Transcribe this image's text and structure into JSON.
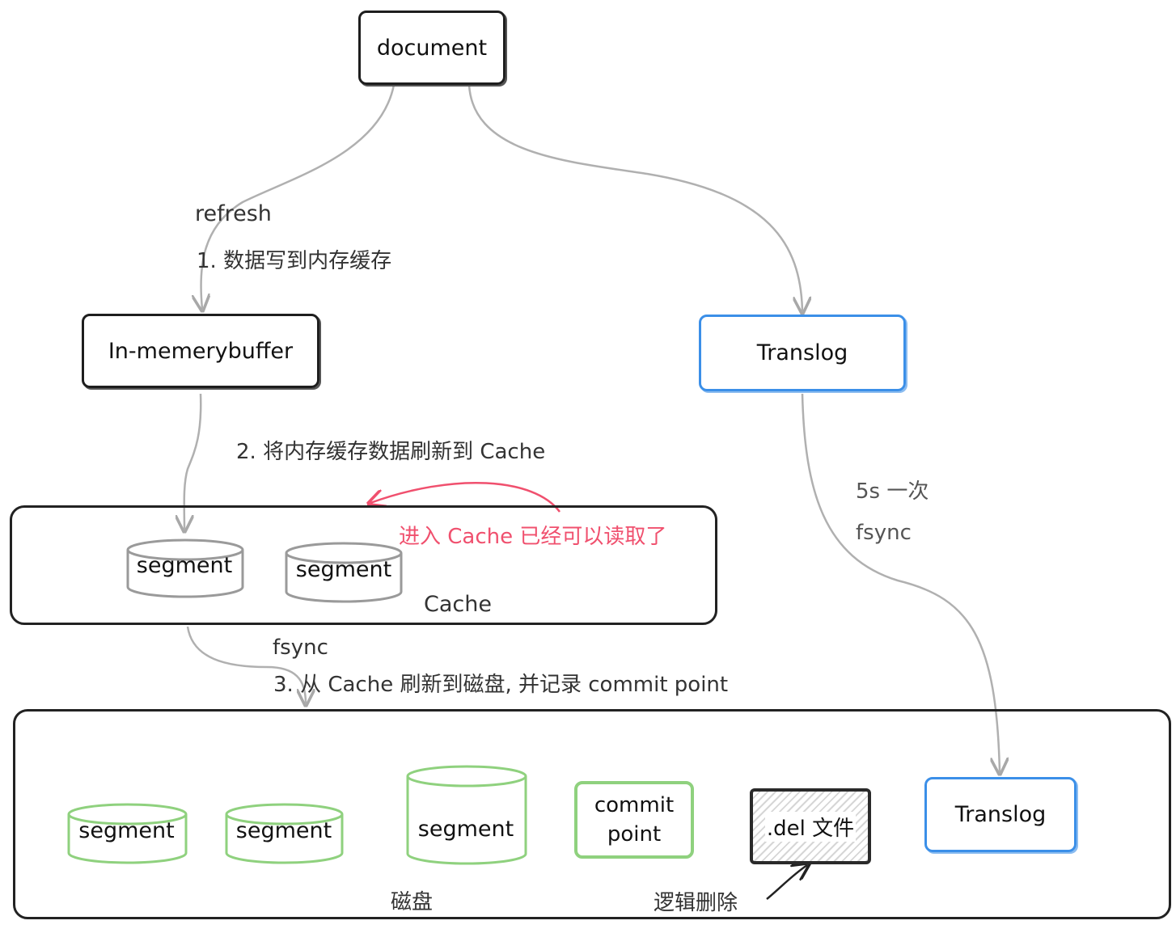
{
  "nodes": {
    "document": "document",
    "buffer": "In-memerybuffer",
    "translog_top": "Translog",
    "translog_bottom": "Translog",
    "commit_point": [
      "commit",
      "point"
    ],
    "del_file": ".del 文件"
  },
  "segments": {
    "cache": [
      "segment",
      "segment"
    ],
    "disk": [
      "segment",
      "segment",
      "segment"
    ]
  },
  "containers": {
    "cache": "Cache",
    "disk": "磁盘"
  },
  "labels": {
    "refresh": "refresh",
    "step1": "1. 数据写到内存缓存",
    "step2": "2. 将内存缓存数据刷新到 Cache",
    "readable": "进入 Cache 已经可以读取了",
    "fsync_mid": "fsync",
    "step3": "3. 从 Cache 刷新到磁盘, 并记录 commit point",
    "translog_interval": "5s 一次",
    "translog_fsync": "fsync",
    "logical_delete": "逻辑删除"
  },
  "colors": {
    "black": "#1e1e1e",
    "blue": "#3b8fe8",
    "green": "#8fd17e",
    "red": "#f0506e",
    "arrow": "#b0b0b0",
    "text": "#333333"
  }
}
